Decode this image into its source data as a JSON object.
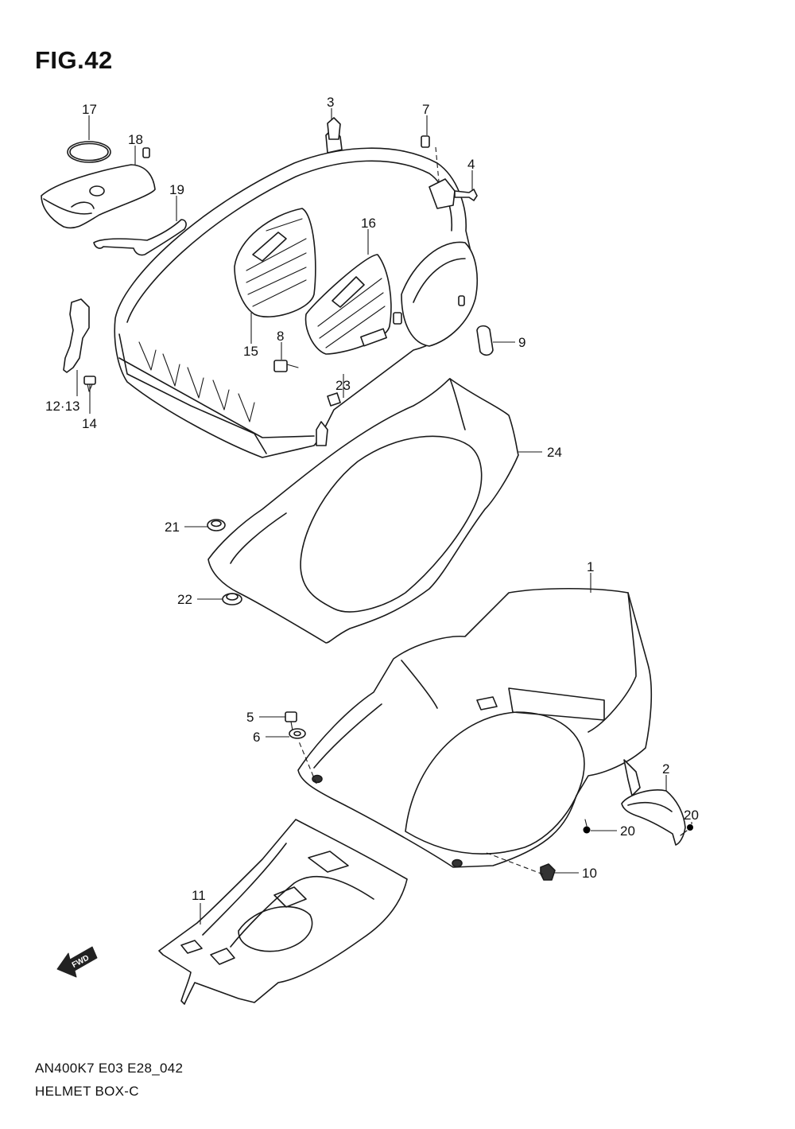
{
  "figure": {
    "title": "FIG.42",
    "footer_code": "AN400K7 E03 E28_042",
    "footer_name": "HELMET BOX-C",
    "fwd_label": "FWD"
  },
  "callouts": {
    "c1": "1",
    "c2": "2",
    "c3": "3",
    "c4": "4",
    "c5": "5",
    "c6": "6",
    "c7": "7",
    "c8": "8",
    "c9": "9",
    "c10": "10",
    "c11": "11",
    "c12_13": "12·13",
    "c14": "14",
    "c15": "15",
    "c16": "16",
    "c17": "17",
    "c18": "18",
    "c19": "19",
    "c20a": "20",
    "c20b": "20",
    "c21": "21",
    "c22": "22",
    "c23": "23",
    "c24": "24"
  },
  "icons": {
    "fwd_arrow": "fwd-arrow-icon"
  }
}
